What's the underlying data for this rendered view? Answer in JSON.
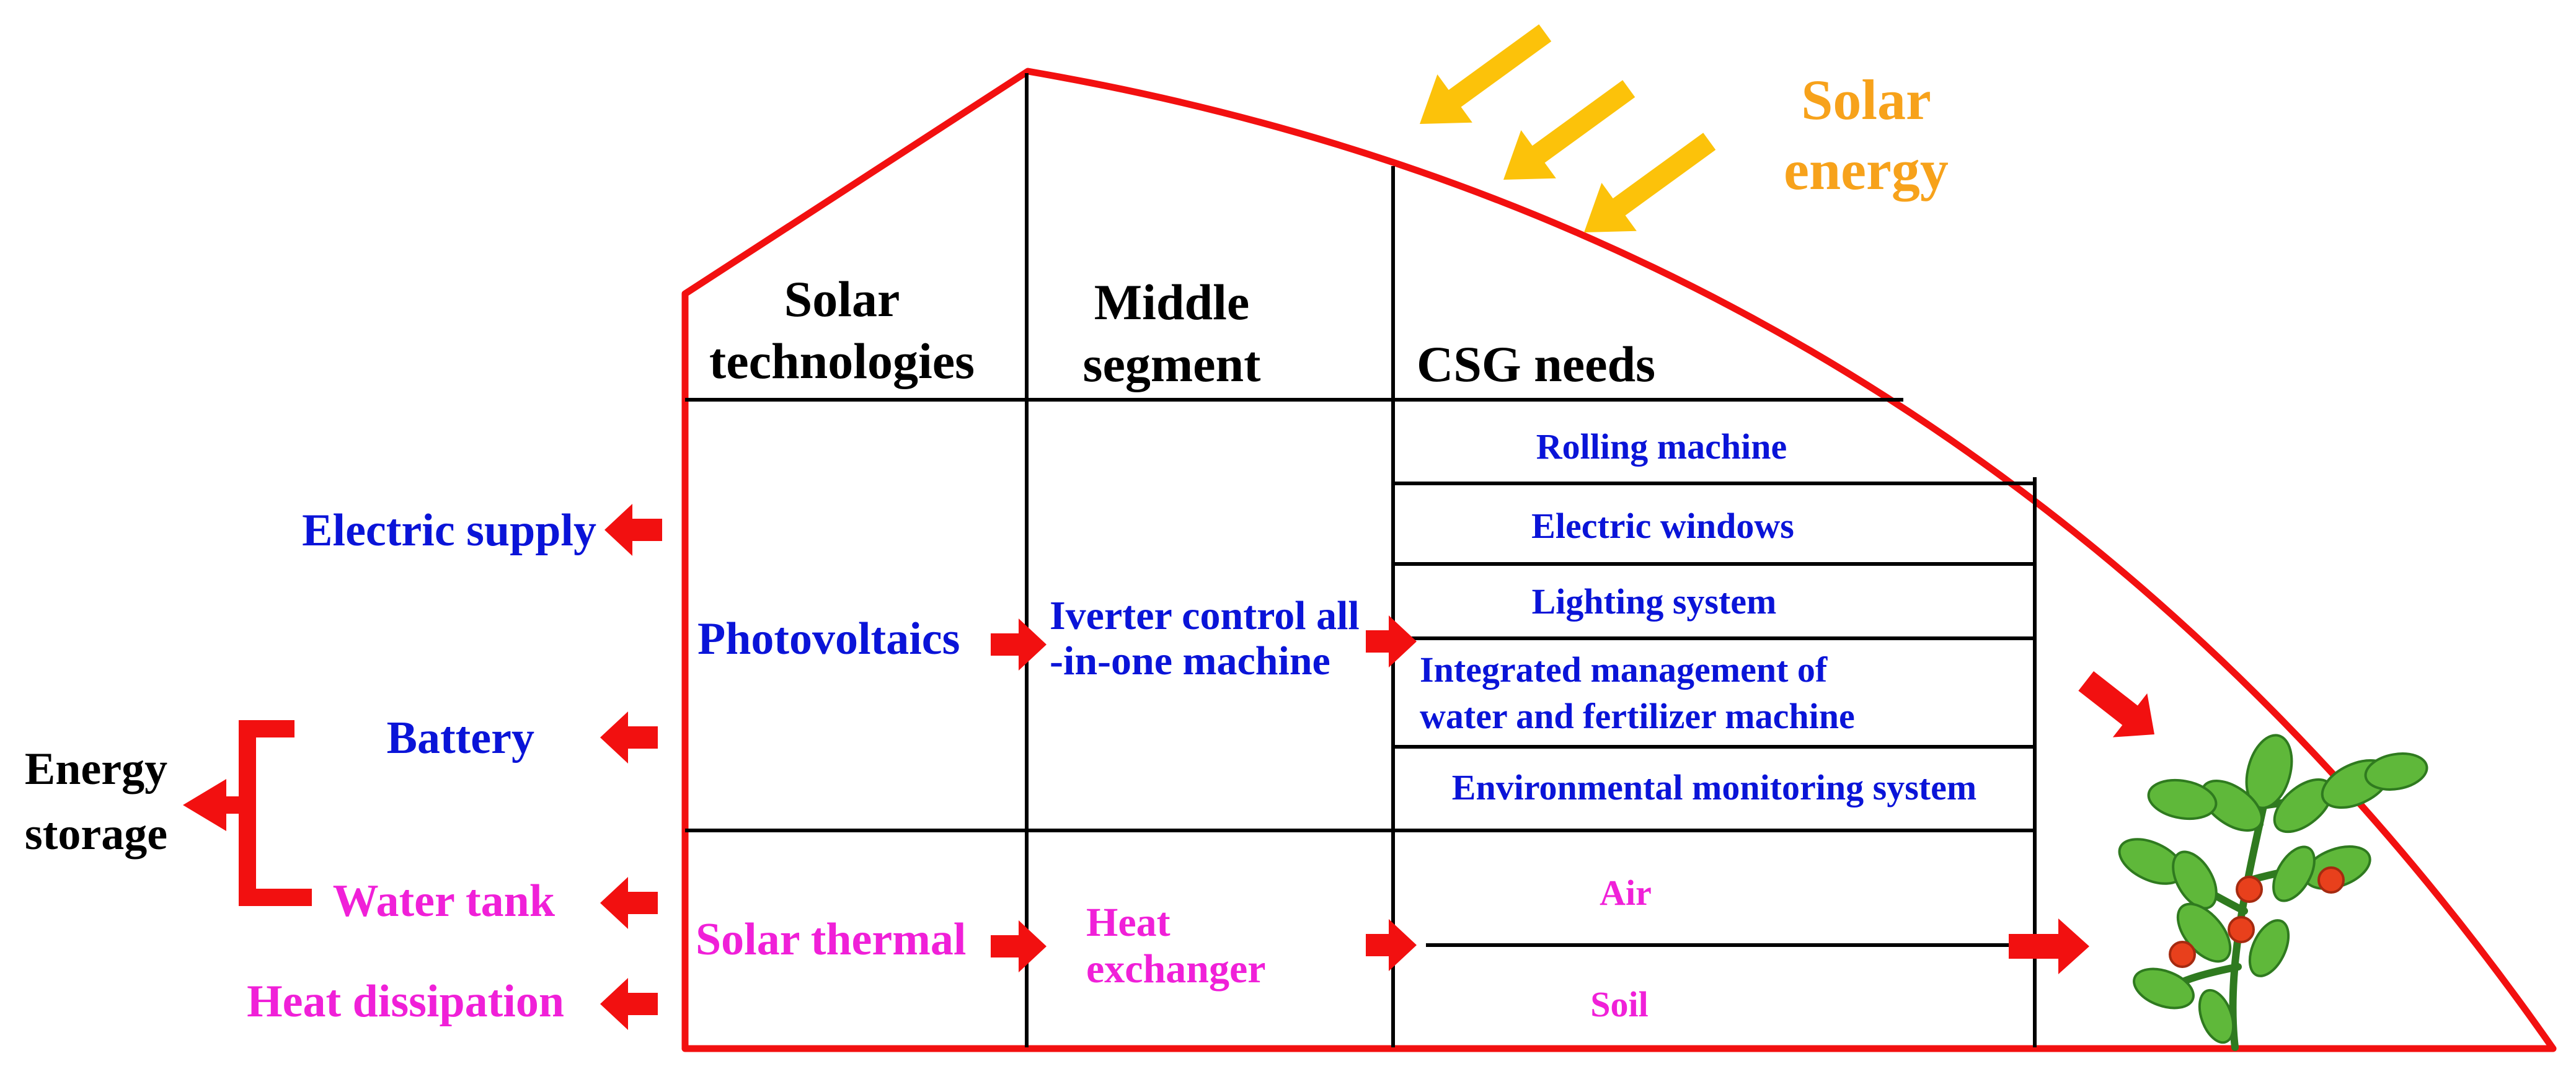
{
  "headers": {
    "solar_tech": [
      "Solar",
      "technologies"
    ],
    "middle": [
      "Middle",
      "segment"
    ],
    "csg": "CSG needs"
  },
  "solar_energy": [
    "Solar",
    "energy"
  ],
  "left": {
    "electric_supply": "Electric supply",
    "battery": "Battery",
    "energy_storage": [
      "Energy",
      "storage"
    ],
    "water_tank": "Water tank",
    "heat_dissipation": "Heat dissipation"
  },
  "rows": {
    "photovoltaics": "Photovoltaics",
    "solar_thermal": "Solar thermal",
    "inverter": [
      "Iverter control all",
      "-in-one machine"
    ],
    "heat_exchanger": [
      "Heat",
      "exchanger"
    ]
  },
  "needs": {
    "rolling": "Rolling machine",
    "windows": "Electric windows",
    "lighting": "Lighting system",
    "integrated": [
      "Integrated management of",
      "water and fertilizer machine"
    ],
    "env": "Environmental monitoring system",
    "air": "Air",
    "soil": "Soil"
  },
  "colors": {
    "outline": "#f21010",
    "arrow": "#f21010",
    "sun_arrow": "#fcc20a",
    "sun_text": "#f7a21b",
    "pv_text": "#0a14d8",
    "thermal_text": "#f020d8"
  },
  "icons": [
    "tomato-plant-icon",
    "sun-ray-arrow-icon",
    "block-arrow-icon"
  ]
}
